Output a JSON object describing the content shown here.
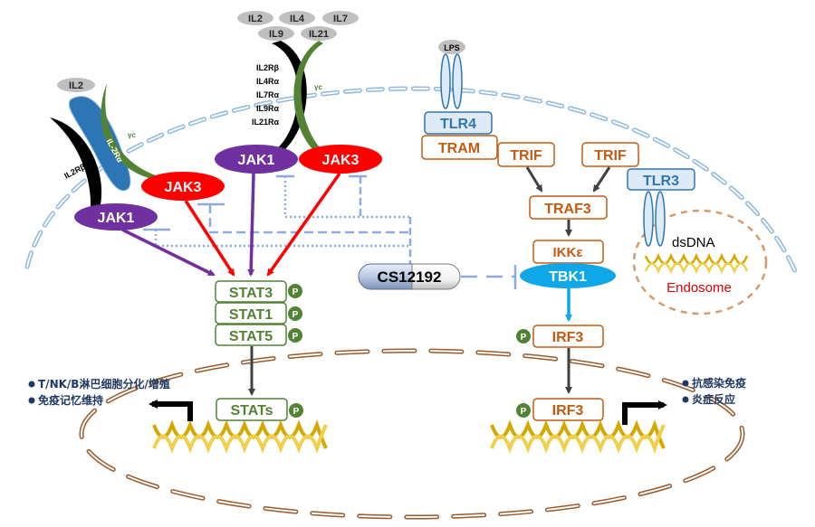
{
  "colors": {
    "membrane": "#8fb8e3",
    "nucleus": "#9a5a2c",
    "jak1": "#7030a0",
    "jak3": "#ff0000",
    "stat": "#4f8131",
    "trif_pathway": "#c55a11",
    "tlr": "#2e75b6",
    "tbk1": "#0fa7e8",
    "inhibitor": "#8faadc",
    "dna": "#e6b800",
    "text_dark": "#1f3864",
    "endosome_text": "#e00000"
  },
  "left_receptor": {
    "ligand": "IL2",
    "chain_beta": "IL2Rβ",
    "chain_alpha": "IL-2Rα",
    "gamma_c": "γc",
    "jak1": "JAK1",
    "jak3": "JAK3"
  },
  "center_receptor": {
    "ligands": [
      "IL2",
      "IL4",
      "IL7",
      "IL9",
      "IL21"
    ],
    "chains": [
      "IL2Rβ",
      "IL4Rα",
      "IL7Rα",
      "IL9Rα",
      "IL21Rα"
    ],
    "gamma_c": "γc",
    "jak1": "JAK1",
    "jak3": "JAK3"
  },
  "stats": {
    "cytoplasm": [
      "STAT3",
      "STAT1",
      "STAT5"
    ],
    "nuclear": "STATs",
    "phospho": "P"
  },
  "tlr_pathway": {
    "lps": "LPS",
    "tlr4": "TLR4",
    "tram": "TRAM",
    "trif_1": "TRIF",
    "trif_2": "TRIF",
    "tlr3": "TLR3",
    "traf3": "TRAF3",
    "ikke": "IKKε",
    "tbk1": "TBK1",
    "irf3_cyto": "IRF3",
    "irf3_nuc": "IRF3",
    "phospho": "P"
  },
  "endosome": {
    "ligand": "dsDNA",
    "label": "Endosome"
  },
  "inhibitor": {
    "name": "CS12192"
  },
  "outcomes_left": [
    "T/NK/B淋巴细胞分化/增殖",
    "免疫记忆维持"
  ],
  "outcomes_right": [
    "抗感染免疫",
    "炎症反应"
  ]
}
